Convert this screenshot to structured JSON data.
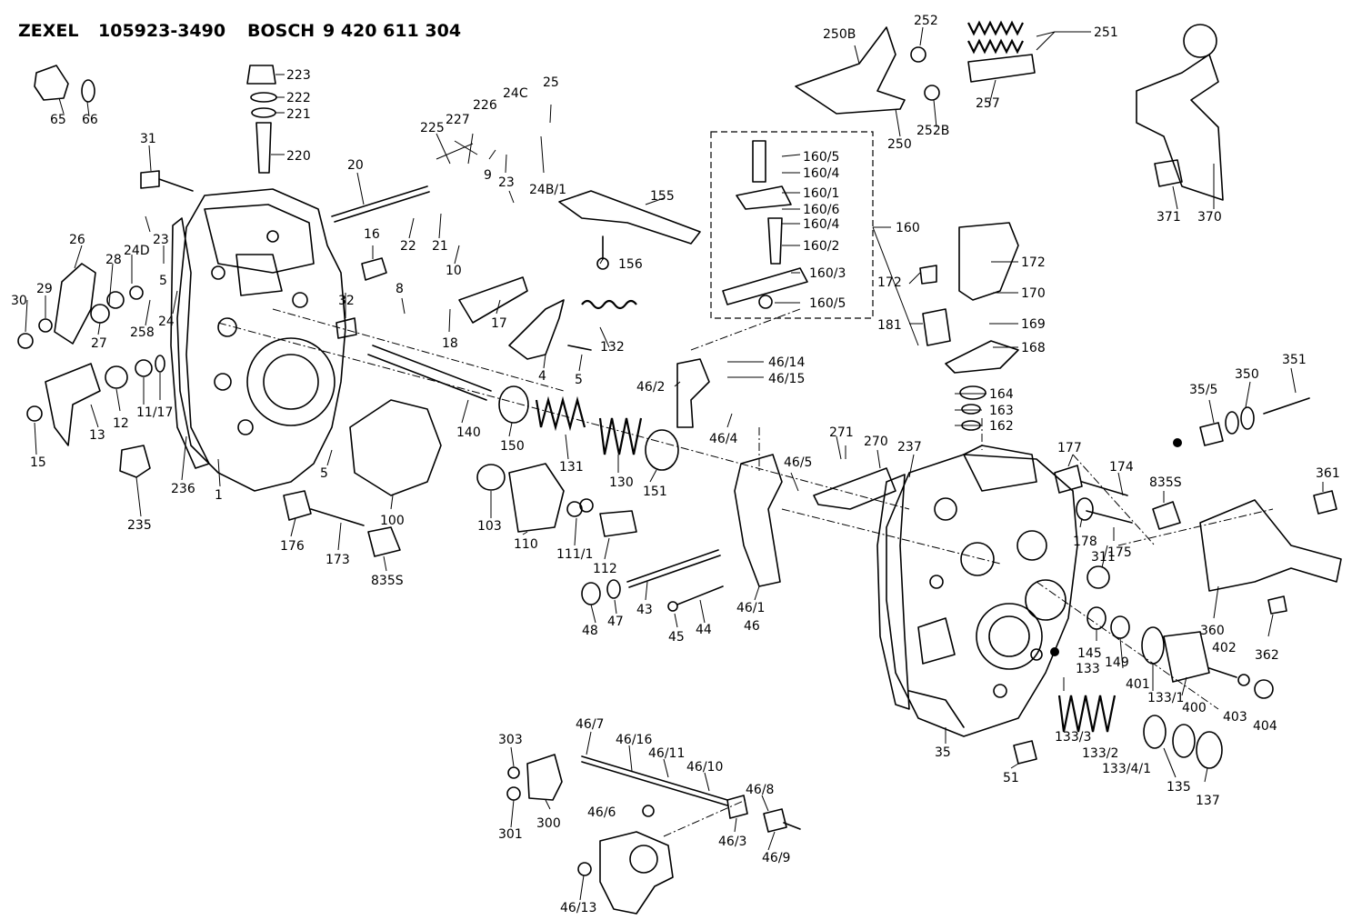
{
  "header": {
    "brand1": "ZEXEL",
    "number1": "105923-3490",
    "brand2": "BOSCH",
    "number2": "9 420 611 304"
  },
  "labels": {
    "l65": "65",
    "l66": "66",
    "l223": "223",
    "l222": "222",
    "l221": "221",
    "l220": "220",
    "l31": "31",
    "l20": "20",
    "l225": "225",
    "l227": "227",
    "l226": "226",
    "l24C": "24C",
    "l25": "25",
    "l9": "9",
    "l23a": "23",
    "l24B1": "24B/1",
    "l26": "26",
    "l28": "28",
    "l24D": "24D",
    "l23b": "23",
    "l29": "29",
    "l30": "30",
    "l27": "27",
    "l258": "258",
    "l24": "24",
    "l5a": "5",
    "l16": "16",
    "l22": "22",
    "l21": "21",
    "l10": "10",
    "l32": "32",
    "l8": "8",
    "l18": "18",
    "l17": "17",
    "l155": "155",
    "l156": "156",
    "l132": "132",
    "l4": "4",
    "l5b": "5",
    "l13": "13",
    "l12": "12",
    "l1117": "11/17",
    "l15": "15",
    "l140": "140",
    "l150": "150",
    "l131": "131",
    "l130": "130",
    "l151": "151",
    "l5c": "5",
    "l235": "235",
    "l236": "236",
    "l1": "1",
    "l100": "100",
    "l103": "103",
    "l110": "110",
    "l1111": "111/1",
    "l112": "112",
    "l176": "176",
    "l173": "173",
    "l835Sa": "835S",
    "l48": "48",
    "l47": "47",
    "l43": "43",
    "l45": "45",
    "l44": "44",
    "l461": "46/1",
    "l46": "46",
    "l462": "46/2",
    "l4614": "46/14",
    "l4615": "46/15",
    "l464": "46/4",
    "l465": "46/5",
    "l250B": "250B",
    "l252": "252",
    "l251": "251",
    "l257": "257",
    "l250": "250",
    "l252B": "252B",
    "l1605a": "160/5",
    "l1604a": "160/4",
    "l1601": "160/1",
    "l1606": "160/6",
    "l1604b": "160/4",
    "l1602": "160/2",
    "l1603": "160/3",
    "l1605b": "160/5",
    "l160": "160",
    "l172a": "172",
    "l172b": "172",
    "l170": "170",
    "l181": "181",
    "l169": "169",
    "l168": "168",
    "l164": "164",
    "l163": "163",
    "l162": "162",
    "l371": "371",
    "l370": "370",
    "l355": "35/5",
    "l350": "350",
    "l351": "351",
    "l271": "271",
    "l270": "270",
    "l237": "237",
    "l177": "177",
    "l174": "174",
    "l835Sb": "835S",
    "l361": "361",
    "l178": "178",
    "l311": "311",
    "l175": "175",
    "l360": "360",
    "l362": "362",
    "l145": "145",
    "l149": "149",
    "l402": "402",
    "l401": "401",
    "l400": "400",
    "l403": "403",
    "l404": "404",
    "l133": "133",
    "l1331": "133/1",
    "l1333": "133/3",
    "l1332": "133/2",
    "l13341": "133/4/1",
    "l35": "35",
    "l51": "51",
    "l135": "135",
    "l137": "137",
    "l303": "303",
    "l467": "46/7",
    "l4616": "46/16",
    "l4611": "46/11",
    "l4610": "46/10",
    "l301": "301",
    "l300": "300",
    "l466": "46/6",
    "l468": "46/8",
    "l463": "46/3",
    "l469": "46/9",
    "l4613": "46/13"
  }
}
